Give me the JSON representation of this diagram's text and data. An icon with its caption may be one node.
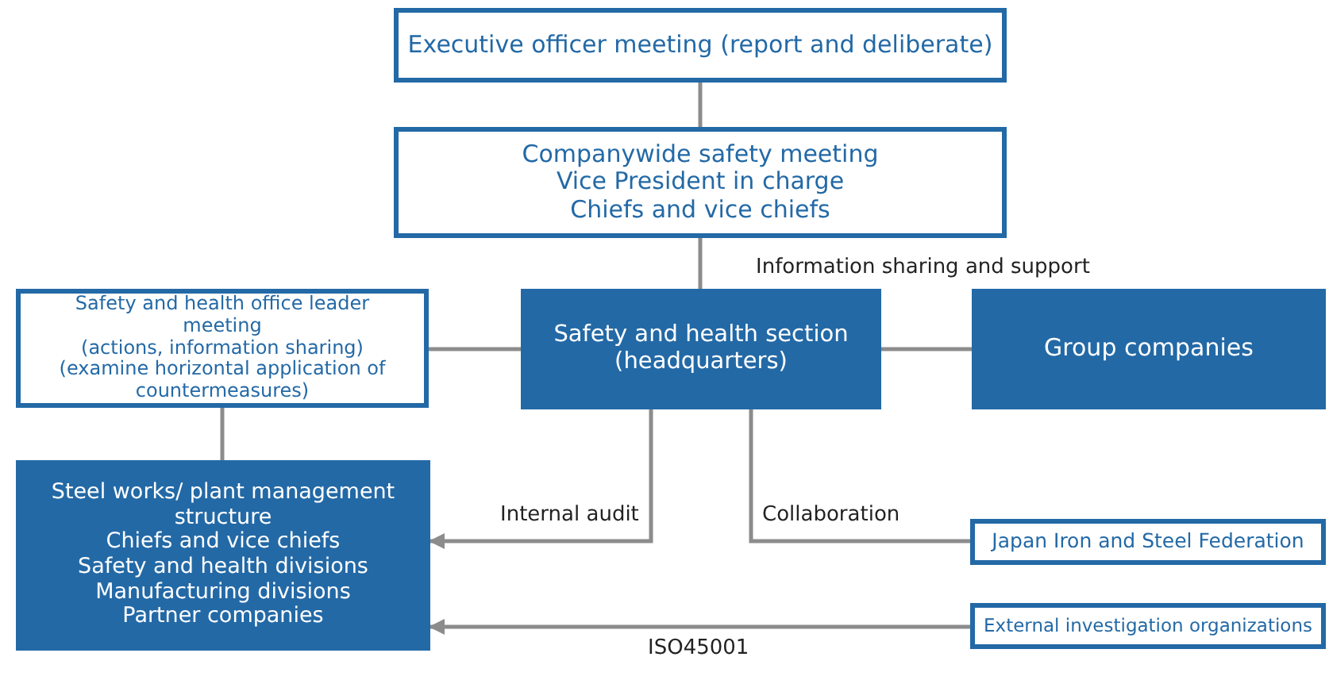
{
  "diagram": {
    "nodes": [
      {
        "text": [
          "Executive officer meeting (report and deliberate)"
        ]
      },
      {
        "text": [
          "Companywide safety meeting",
          "Vice President in charge",
          "Chiefs and vice chiefs"
        ]
      },
      {
        "text": [
          "Safety and health office leader meeting",
          "(actions, information sharing)",
          "(examine horizontal application of countermeasures)"
        ]
      },
      {
        "text": [
          "Safety and health section (headquarters)"
        ]
      },
      {
        "text": [
          "Group companies"
        ]
      },
      {
        "text": [
          "Steel works/ plant management structure",
          "Chiefs and vice chiefs",
          "Safety and health divisions",
          "Manufacturing divisions",
          "Partner companies"
        ]
      },
      {
        "text": [
          "Japan Iron and Steel Federation"
        ]
      },
      {
        "text": [
          "External investigation organizations"
        ]
      }
    ],
    "edges": [
      {
        "from": 0,
        "to": 1,
        "arrow": "none"
      },
      {
        "from": 1,
        "to": 3,
        "arrow": "none"
      },
      {
        "from": 2,
        "to": 3,
        "arrow": "none"
      },
      {
        "from": 3,
        "to": 4,
        "arrow": "none"
      },
      {
        "from": 2,
        "to": 5,
        "arrow": "none"
      },
      {
        "from": 3,
        "to": 5,
        "arrow": "to",
        "label": "Internal audit"
      },
      {
        "from": 3,
        "to": 6,
        "arrow": "none",
        "label": "Collaboration"
      },
      {
        "from": 7,
        "to": 5,
        "arrow": "to",
        "label": "ISO45001"
      }
    ],
    "labels": [
      "Information sharing and support"
    ]
  }
}
